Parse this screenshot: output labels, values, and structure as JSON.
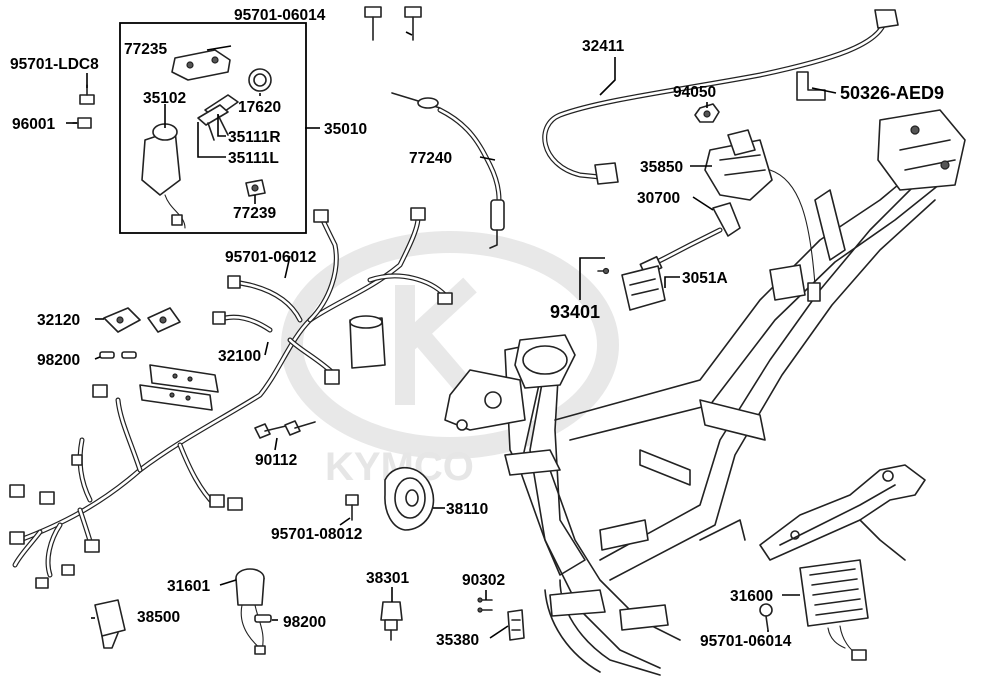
{
  "watermark": {
    "text": "KYMCO"
  },
  "part_labels": {
    "p95701_06014_top": "95701-06014",
    "p77235": "77235",
    "p95701_LDC8": "95701-LDC8",
    "p96001": "96001",
    "p35102": "35102",
    "p17620": "17620",
    "p35111R": "35111R",
    "p35111L": "35111L",
    "p35010": "35010",
    "p77239": "77239",
    "p77240": "77240",
    "p32411": "32411",
    "p94050": "94050",
    "p50326_AED9": "50326-AED9",
    "p35850": "35850",
    "p30700": "30700",
    "p3051A": "3051A",
    "p93401": "93401",
    "p95701_06012": "95701-06012",
    "p32120": "32120",
    "p32100": "32100",
    "p98200_top": "98200",
    "p90112": "90112",
    "p95701_08012": "95701-08012",
    "p38110": "38110",
    "p31601": "31601",
    "p98200_bottom": "98200",
    "p38500": "38500",
    "p38301": "38301",
    "p90302": "90302",
    "p35380": "35380",
    "p31600": "31600",
    "p95701_06014_bottom": "95701-06014"
  }
}
